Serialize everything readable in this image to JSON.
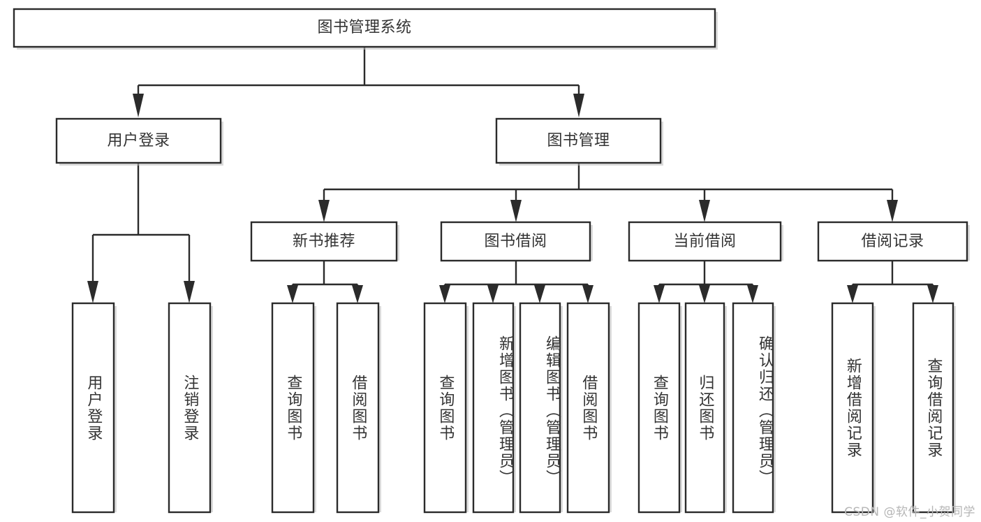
{
  "diagram": {
    "title": "图书管理系统",
    "type": "hierarchy-tree",
    "colors": {
      "box_stroke": "#2b2b2b",
      "box_fill": "#ffffff",
      "text": "#333333",
      "connector": "#2b2b2b",
      "watermark": "#b6b6b6",
      "background": "#ffffff"
    },
    "watermark": "CSDN @软件_小贺同学",
    "levels": {
      "root": "图书管理系统",
      "level2": [
        "用户登录",
        "图书管理"
      ],
      "level3": [
        "新书推荐",
        "图书借阅",
        "当前借阅",
        "借阅记录"
      ]
    },
    "nodes": {
      "root": {
        "label": "图书管理系统",
        "orientation": "horizontal"
      },
      "user_login": {
        "label": "用户登录",
        "orientation": "horizontal"
      },
      "book_manage": {
        "label": "图书管理",
        "orientation": "horizontal"
      },
      "new_book_rec": {
        "label": "新书推荐",
        "orientation": "horizontal"
      },
      "book_borrow": {
        "label": "图书借阅",
        "orientation": "horizontal"
      },
      "current_borrow": {
        "label": "当前借阅",
        "orientation": "horizontal"
      },
      "borrow_record": {
        "label": "借阅记录",
        "orientation": "horizontal"
      },
      "leaf_user_login": {
        "label": "用户登录",
        "orientation": "vertical"
      },
      "leaf_user_logout": {
        "label": "注销登录",
        "orientation": "vertical"
      },
      "leaf_rec_query": {
        "label": "查询图书",
        "orientation": "vertical"
      },
      "leaf_rec_borrow": {
        "label": "借阅图书",
        "orientation": "vertical"
      },
      "leaf_bb_query": {
        "label": "查询图书",
        "orientation": "vertical"
      },
      "leaf_bb_add": {
        "label": "新增图书（管理员）",
        "orientation": "vertical"
      },
      "leaf_bb_edit": {
        "label": "编辑图书（管理员）",
        "orientation": "vertical"
      },
      "leaf_bb_borrow": {
        "label": "借阅图书",
        "orientation": "vertical"
      },
      "leaf_cb_query": {
        "label": "查询图书",
        "orientation": "vertical"
      },
      "leaf_cb_return": {
        "label": "归还图书",
        "orientation": "vertical"
      },
      "leaf_cb_confirm": {
        "label": "确认归还（管理员）",
        "orientation": "vertical"
      },
      "leaf_br_add": {
        "label": "新增借阅记录",
        "orientation": "vertical"
      },
      "leaf_br_query": {
        "label": "查询借阅记录",
        "orientation": "vertical"
      }
    },
    "edges": [
      {
        "from": "root",
        "to": "user_login"
      },
      {
        "from": "root",
        "to": "book_manage"
      },
      {
        "from": "user_login",
        "to": "leaf_user_login"
      },
      {
        "from": "user_login",
        "to": "leaf_user_logout"
      },
      {
        "from": "book_manage",
        "to": "new_book_rec"
      },
      {
        "from": "book_manage",
        "to": "book_borrow"
      },
      {
        "from": "book_manage",
        "to": "current_borrow"
      },
      {
        "from": "book_manage",
        "to": "borrow_record"
      },
      {
        "from": "new_book_rec",
        "to": "leaf_rec_query"
      },
      {
        "from": "new_book_rec",
        "to": "leaf_rec_borrow"
      },
      {
        "from": "book_borrow",
        "to": "leaf_bb_query"
      },
      {
        "from": "book_borrow",
        "to": "leaf_bb_add"
      },
      {
        "from": "book_borrow",
        "to": "leaf_bb_edit"
      },
      {
        "from": "book_borrow",
        "to": "leaf_bb_borrow"
      },
      {
        "from": "current_borrow",
        "to": "leaf_cb_query"
      },
      {
        "from": "current_borrow",
        "to": "leaf_cb_return"
      },
      {
        "from": "current_borrow",
        "to": "leaf_cb_confirm"
      },
      {
        "from": "borrow_record",
        "to": "leaf_br_add"
      },
      {
        "from": "borrow_record",
        "to": "leaf_br_query"
      }
    ]
  }
}
